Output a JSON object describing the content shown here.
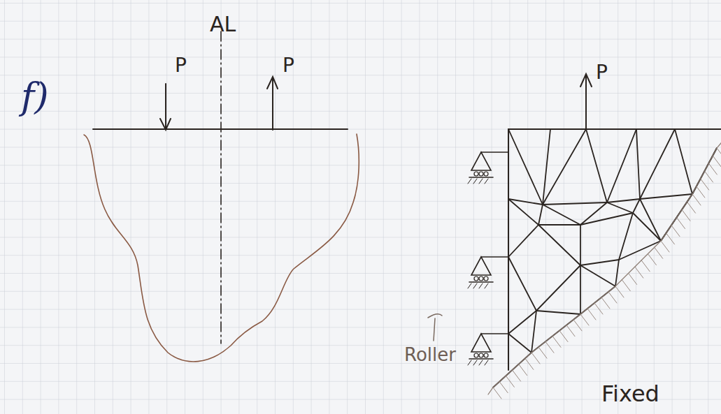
{
  "diagram": {
    "labels": [
      "f)",
      "P",
      "AL",
      "P",
      "P",
      "Roller",
      "Fixed"
    ]
  }
}
